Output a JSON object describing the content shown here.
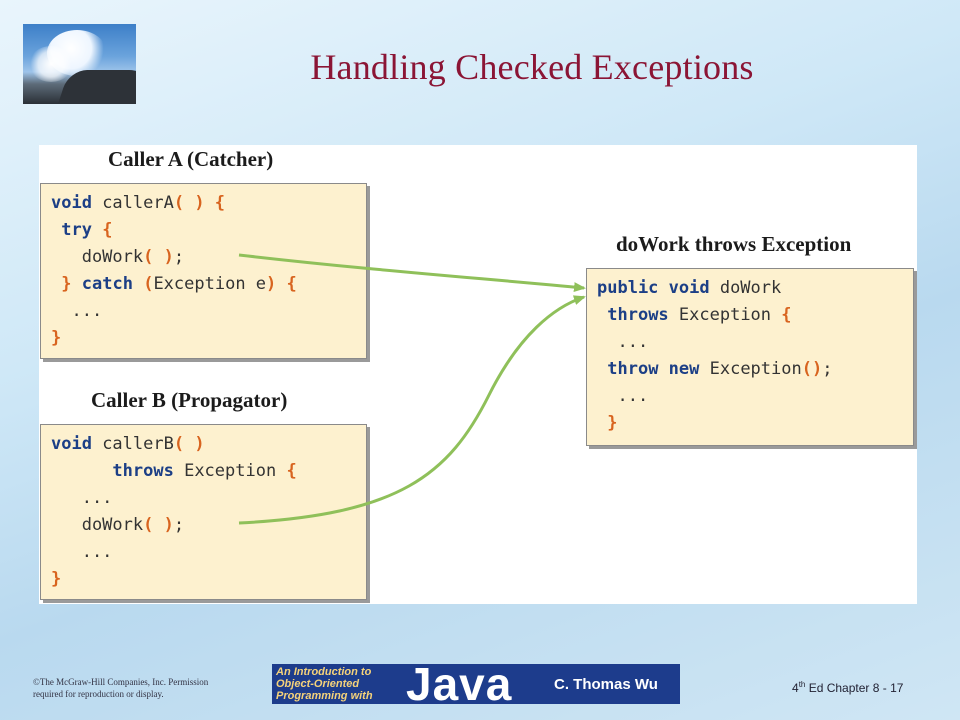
{
  "slide": {
    "title": "Handling Checked Exceptions"
  },
  "diagram": {
    "caller_a": {
      "heading": "Caller A (Catcher)",
      "lines": [
        [
          {
            "t": "void",
            "c": "kw"
          },
          {
            "t": " callerA"
          },
          {
            "t": "( ) {",
            "c": "pn"
          }
        ],
        [
          {
            "t": " "
          },
          {
            "t": "try",
            "c": "kw"
          },
          {
            "t": " {",
            "c": "pn"
          }
        ],
        [
          {
            "t": "   doWork"
          },
          {
            "t": "( )",
            "c": "pn"
          },
          {
            "t": ";"
          }
        ],
        [
          {
            "t": " "
          },
          {
            "t": "}",
            "c": "pn"
          },
          {
            "t": " "
          },
          {
            "t": "catch",
            "c": "kw"
          },
          {
            "t": " "
          },
          {
            "t": "(",
            "c": "pn"
          },
          {
            "t": "Exception e"
          },
          {
            "t": ")",
            "c": "pn"
          },
          {
            "t": " "
          },
          {
            "t": "{",
            "c": "pn"
          }
        ],
        [
          {
            "t": "  ..."
          }
        ],
        [
          {
            "t": "}",
            "c": "pn"
          }
        ]
      ]
    },
    "caller_b": {
      "heading": "Caller B (Propagator)",
      "lines": [
        [
          {
            "t": "void",
            "c": "kw"
          },
          {
            "t": " callerB"
          },
          {
            "t": "( )",
            "c": "pn"
          }
        ],
        [
          {
            "t": "      "
          },
          {
            "t": "throws",
            "c": "kw"
          },
          {
            "t": " Exception "
          },
          {
            "t": "{",
            "c": "pn"
          }
        ],
        [
          {
            "t": "   ..."
          }
        ],
        [
          {
            "t": "   doWork"
          },
          {
            "t": "( )",
            "c": "pn"
          },
          {
            "t": ";"
          }
        ],
        [
          {
            "t": "   ..."
          }
        ],
        [
          {
            "t": "}",
            "c": "pn"
          }
        ]
      ]
    },
    "do_work": {
      "heading": "doWork throws Exception",
      "lines": [
        [
          {
            "t": "public void",
            "c": "kw"
          },
          {
            "t": " doWork"
          }
        ],
        [
          {
            "t": " "
          },
          {
            "t": "throws",
            "c": "kw"
          },
          {
            "t": " Exception "
          },
          {
            "t": "{",
            "c": "pn"
          }
        ],
        [
          {
            "t": "  ..."
          }
        ],
        [
          {
            "t": " "
          },
          {
            "t": "throw new",
            "c": "kw"
          },
          {
            "t": " Exception"
          },
          {
            "t": "()",
            "c": "pn"
          },
          {
            "t": ";"
          }
        ],
        [
          {
            "t": "  ..."
          }
        ],
        [
          {
            "t": " "
          },
          {
            "t": "}",
            "c": "pn"
          }
        ]
      ]
    },
    "colors": {
      "keyword": "#1c3f86",
      "punctuation": "#d8641f",
      "code_bg": "#fdf1cf",
      "arrow": "#8fc05a"
    }
  },
  "footer": {
    "copyright_line1": "©The McGraw-Hill Companies, Inc. Permission",
    "copyright_line2": "required for reproduction or display.",
    "book_subtitle": "An Introduction to\nObject-Oriented\nProgramming with",
    "book_java": "Java",
    "book_author": "C. Thomas Wu",
    "edition_num": "4",
    "edition_sup": "th",
    "chapter_text": " Ed Chapter 8 - 17"
  }
}
